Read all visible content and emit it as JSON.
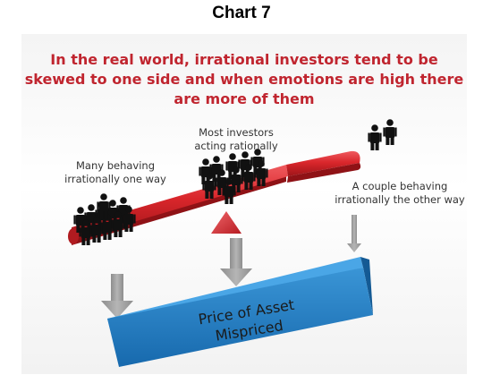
{
  "title": "Chart 7",
  "headline": [
    "In the real world, irrational investors tend to be",
    "skewed to one side and when emotions are high there",
    "are more of them"
  ],
  "labels": {
    "left": [
      "Many behaving",
      "irrationally one way"
    ],
    "middle": [
      "Most investors",
      "acting rationally"
    ],
    "right": [
      "A couple behaving",
      "irrationally the other way"
    ]
  },
  "box": [
    "Price of Asset",
    "Mispriced"
  ],
  "colors": {
    "headline": "#c0252f",
    "plank": "#d9262b",
    "box": "#1e7fc7",
    "arrow": "#9a9a9a",
    "figure": "#111111"
  }
}
